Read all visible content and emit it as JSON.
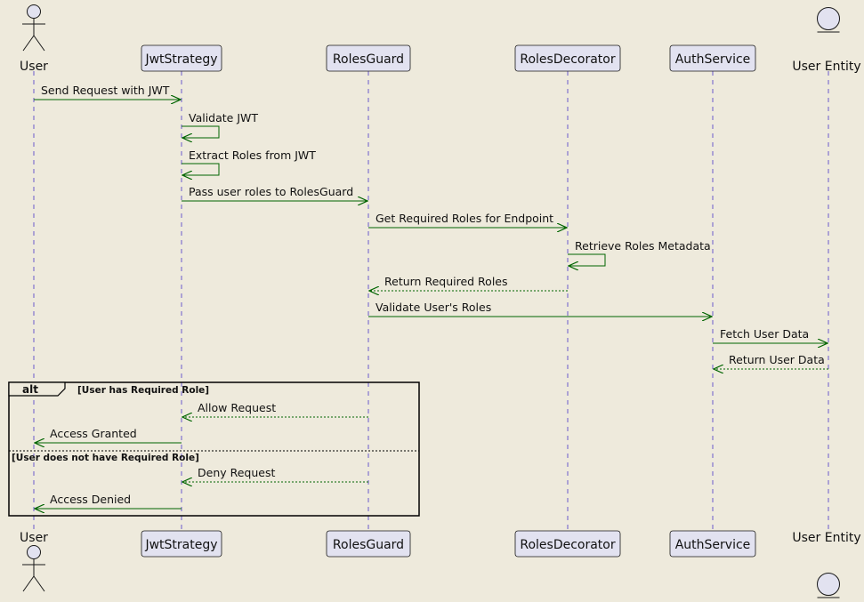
{
  "colors": {
    "background": "#EEEADC",
    "participant_fill": "#E2E2F0",
    "participant_border": "#181818",
    "lifeline": "#6A5ACD",
    "arrow": "#006400",
    "fragment_border": "#000000"
  },
  "participants": [
    {
      "id": "user",
      "label": "User",
      "kind": "actor"
    },
    {
      "id": "jwt",
      "label": "JwtStrategy",
      "kind": "participant"
    },
    {
      "id": "guard",
      "label": "RolesGuard",
      "kind": "participant"
    },
    {
      "id": "decorator",
      "label": "RolesDecorator",
      "kind": "participant"
    },
    {
      "id": "auth",
      "label": "AuthService",
      "kind": "participant"
    },
    {
      "id": "entity",
      "label": "User Entity",
      "kind": "entity"
    }
  ],
  "messages": [
    {
      "from": "user",
      "to": "jwt",
      "label": "Send Request with JWT",
      "style": "solid"
    },
    {
      "from": "jwt",
      "to": "jwt",
      "label": "Validate JWT",
      "style": "solid"
    },
    {
      "from": "jwt",
      "to": "jwt",
      "label": "Extract Roles from JWT",
      "style": "solid"
    },
    {
      "from": "jwt",
      "to": "guard",
      "label": "Pass user roles to RolesGuard",
      "style": "solid"
    },
    {
      "from": "guard",
      "to": "decorator",
      "label": "Get Required Roles for Endpoint",
      "style": "solid"
    },
    {
      "from": "decorator",
      "to": "decorator",
      "label": "Retrieve Roles Metadata",
      "style": "solid"
    },
    {
      "from": "decorator",
      "to": "guard",
      "label": "Return Required Roles",
      "style": "dashed"
    },
    {
      "from": "guard",
      "to": "auth",
      "label": "Validate User's Roles",
      "style": "solid"
    },
    {
      "from": "auth",
      "to": "entity",
      "label": "Fetch User Data",
      "style": "solid"
    },
    {
      "from": "entity",
      "to": "auth",
      "label": "Return User Data",
      "style": "dashed"
    },
    {
      "from": "guard",
      "to": "jwt",
      "label": "Allow Request",
      "style": "dashed"
    },
    {
      "from": "jwt",
      "to": "user",
      "label": "Access Granted",
      "style": "solid"
    },
    {
      "from": "guard",
      "to": "jwt",
      "label": "Deny Request",
      "style": "dashed"
    },
    {
      "from": "jwt",
      "to": "user",
      "label": "Access Denied",
      "style": "solid"
    }
  ],
  "fragment": {
    "keyword": "alt",
    "sections": [
      {
        "guard": "[User has Required Role]"
      },
      {
        "guard": "[User does not have Required Role]"
      }
    ]
  }
}
